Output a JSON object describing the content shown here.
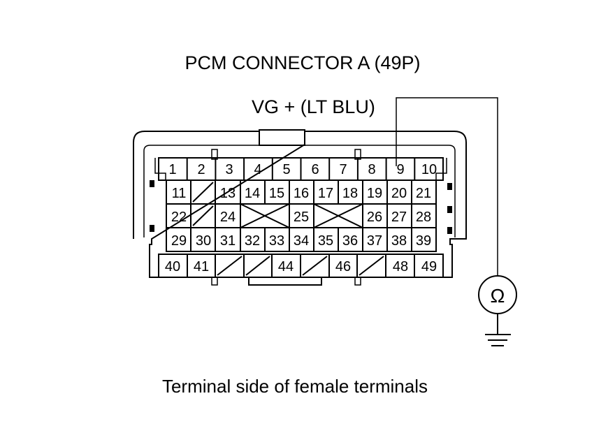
{
  "title": "PCM CONNECTOR A (49P)",
  "probe_label": "VG +  (LT BLU)",
  "caption": "Terminal side of female terminals",
  "meter_symbol": "Ω",
  "terminals": {
    "row1": [
      "1",
      "2",
      "3",
      "4",
      "5",
      "6",
      "7",
      "8",
      "9",
      "10"
    ],
    "row2": [
      "11",
      "13",
      "14",
      "15",
      "16",
      "17",
      "18",
      "19",
      "20",
      "21"
    ],
    "row3": [
      "22",
      "24",
      "25",
      "26",
      "27",
      "28"
    ],
    "row4": [
      "29",
      "30",
      "31",
      "32",
      "33",
      "34",
      "35",
      "36",
      "37",
      "38",
      "39"
    ],
    "row5": [
      "40",
      "41",
      "44",
      "46",
      "48",
      "49"
    ]
  },
  "probed_terminal": "9"
}
